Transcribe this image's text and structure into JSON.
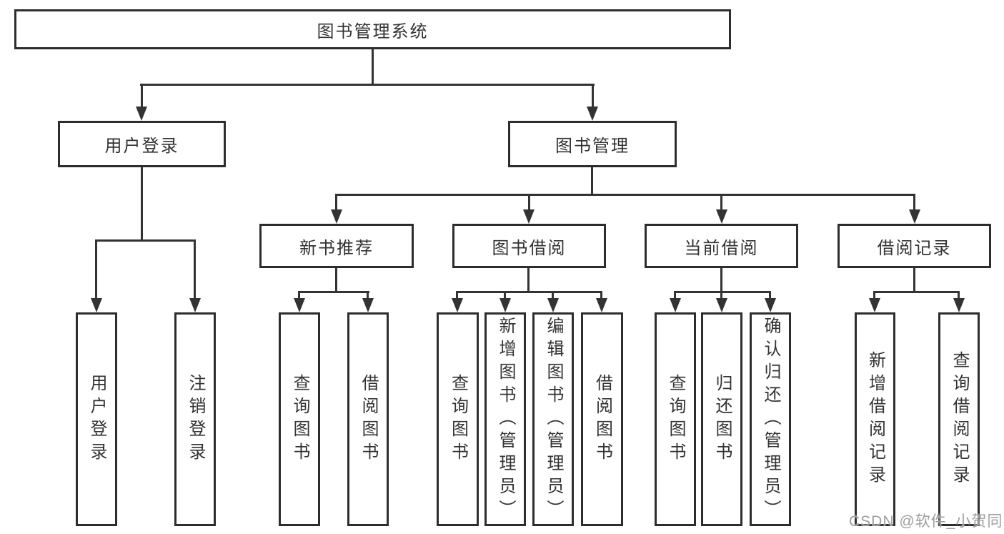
{
  "root": {
    "label": "图书管理系统"
  },
  "level2": {
    "user_login": "用户登录",
    "book_mgmt": "图书管理"
  },
  "level3": {
    "new_books": "新书推荐",
    "borrowing": "图书借阅",
    "current": "当前借阅",
    "records": "借阅记录"
  },
  "leaves": {
    "user_login": [
      "用户登录",
      "注销登录"
    ],
    "new_books": [
      "查询图书",
      "借阅图书"
    ],
    "borrowing": [
      "查询图书",
      "新增图书（管理员）",
      "编辑图书（管理员）",
      "借阅图书"
    ],
    "current": [
      "查询图书",
      "归还图书",
      "确认归还（管理员）"
    ],
    "records": [
      "新增借阅记录",
      "查询借阅记录"
    ]
  },
  "watermark": "CSDN @软件_小贺同学",
  "colors": {
    "line": "#333333",
    "box_border": "#2d2d2d",
    "text": "#333333",
    "watermark": "#9e9e9e"
  }
}
